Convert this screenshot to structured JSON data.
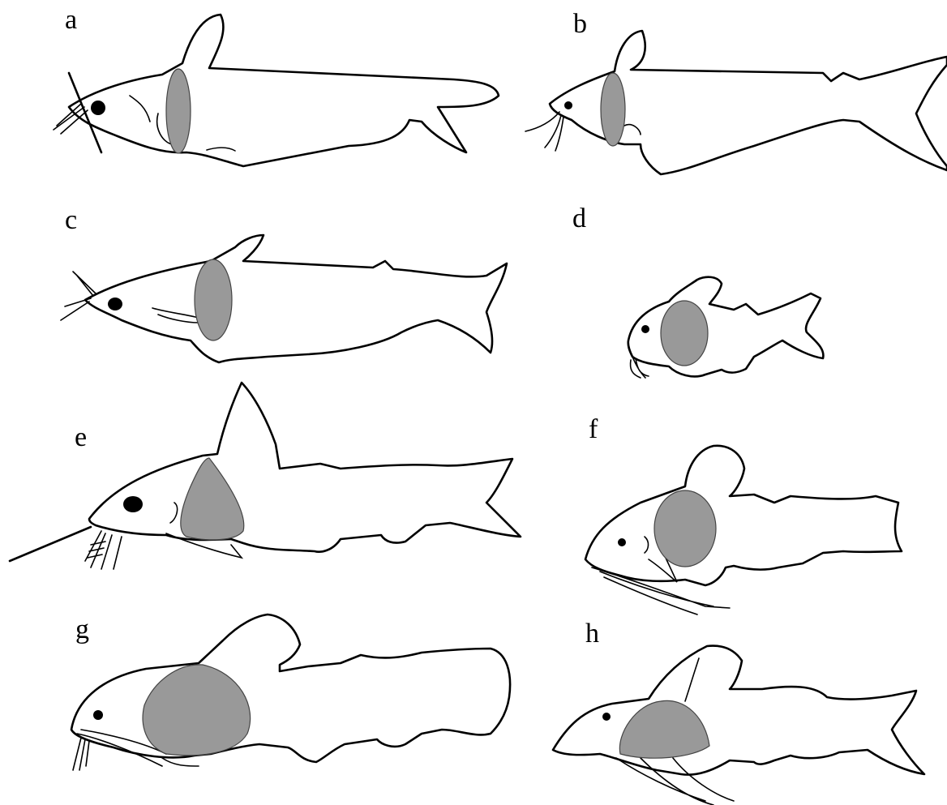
{
  "panels": [
    {
      "id": "a",
      "label": "a"
    },
    {
      "id": "b",
      "label": "b"
    },
    {
      "id": "c",
      "label": "c"
    },
    {
      "id": "d",
      "label": "d"
    },
    {
      "id": "e",
      "label": "e"
    },
    {
      "id": "f",
      "label": "f"
    },
    {
      "id": "g",
      "label": "g"
    },
    {
      "id": "h",
      "label": "h"
    }
  ],
  "colors": {
    "outline": "#000000",
    "highlight": "#999999",
    "background": "#ffffff"
  }
}
